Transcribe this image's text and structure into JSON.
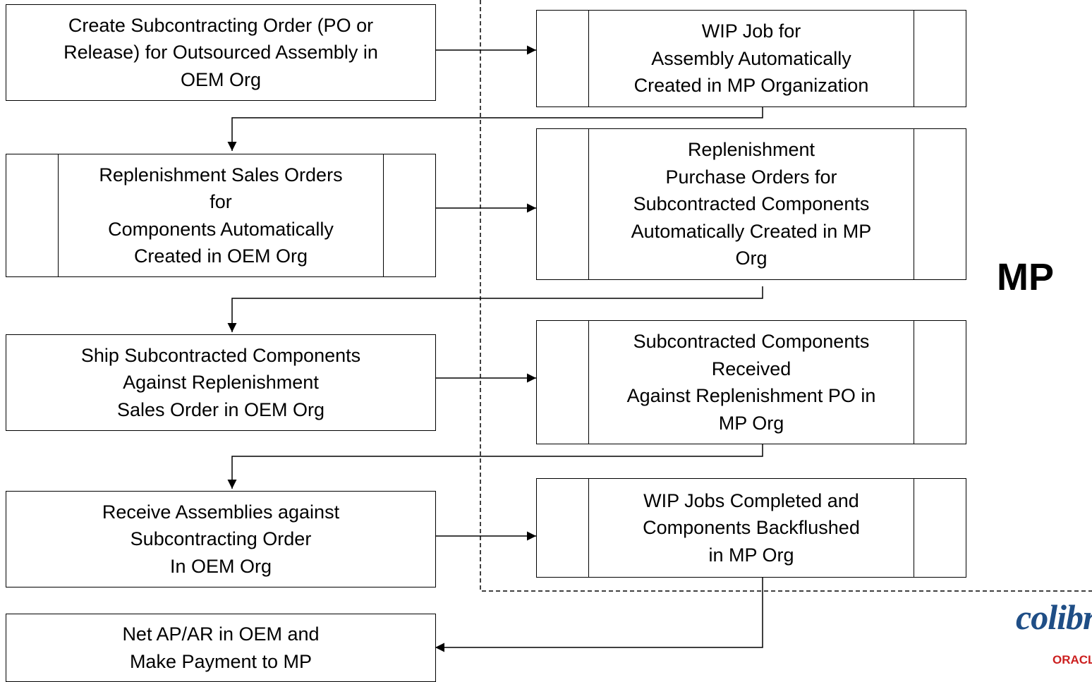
{
  "side_label": "MP",
  "logo": {
    "wordmark": "colibri",
    "subtext": "ORACLE"
  },
  "steps": [
    {
      "text": "Create Subcontracting Order (PO or\nRelease) for Outsourced Assembly  in\nOEM Org"
    },
    {
      "text": "WIP Job for\nAssembly Automatically\nCreated in MP Organization"
    },
    {
      "text": "Replenishment Sales Orders\nfor\nComponents Automatically\n Created in OEM Org"
    },
    {
      "text": "Replenishment\n Purchase Orders for\nSubcontracted Components\nAutomatically Created in MP\nOrg"
    },
    {
      "text": "Ship Subcontracted Components\nAgainst Replenishment\nSales Order in OEM Org"
    },
    {
      "text": "Subcontracted Components\nReceived\nAgainst  Replenishment PO in\nMP Org"
    },
    {
      "text": "Receive Assemblies against\nSubcontracting Order\nIn OEM Org"
    },
    {
      "text": "WIP Jobs Completed and\nComponents Backflushed\nin MP Org"
    },
    {
      "text": "Net AP/AR in OEM and\nMake Payment to MP"
    }
  ]
}
